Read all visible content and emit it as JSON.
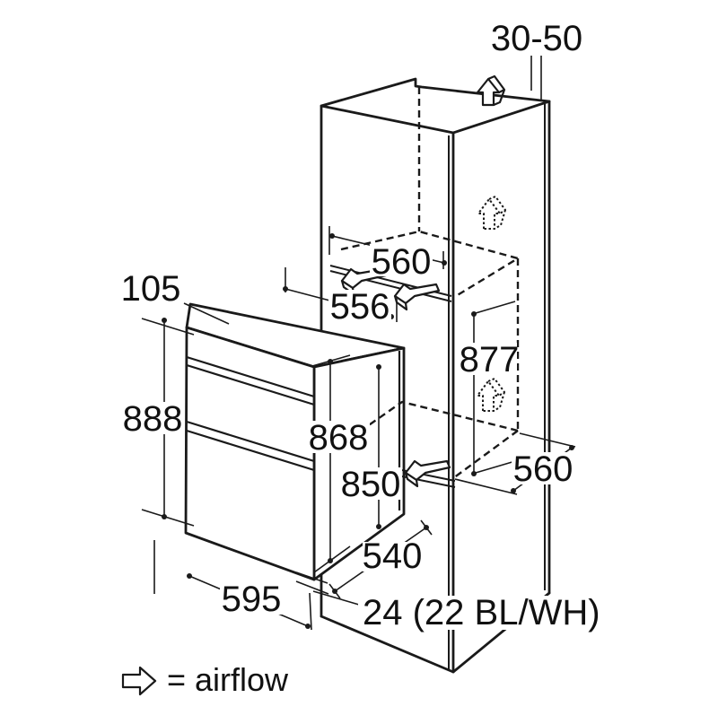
{
  "diagram": {
    "kind": "built-in double oven installation drawing",
    "units": "mm",
    "dimensions": {
      "top_gap": "30-50",
      "aperture_width": "560",
      "front_inner_width": "556",
      "aperture_height": "877",
      "fascia_depth": "105",
      "oven_height": "888",
      "oven_body_height": "868",
      "oven_side_height": "850",
      "oven_depth": "540",
      "recess_depth": "560",
      "oven_width": "595",
      "door_protrusion": "24 (22 BL/WH)"
    },
    "legend": {
      "symbol": "airflow-arrow",
      "text": "= airflow"
    },
    "colors": {
      "line": "#1a1a1a",
      "background": "#ffffff"
    }
  }
}
